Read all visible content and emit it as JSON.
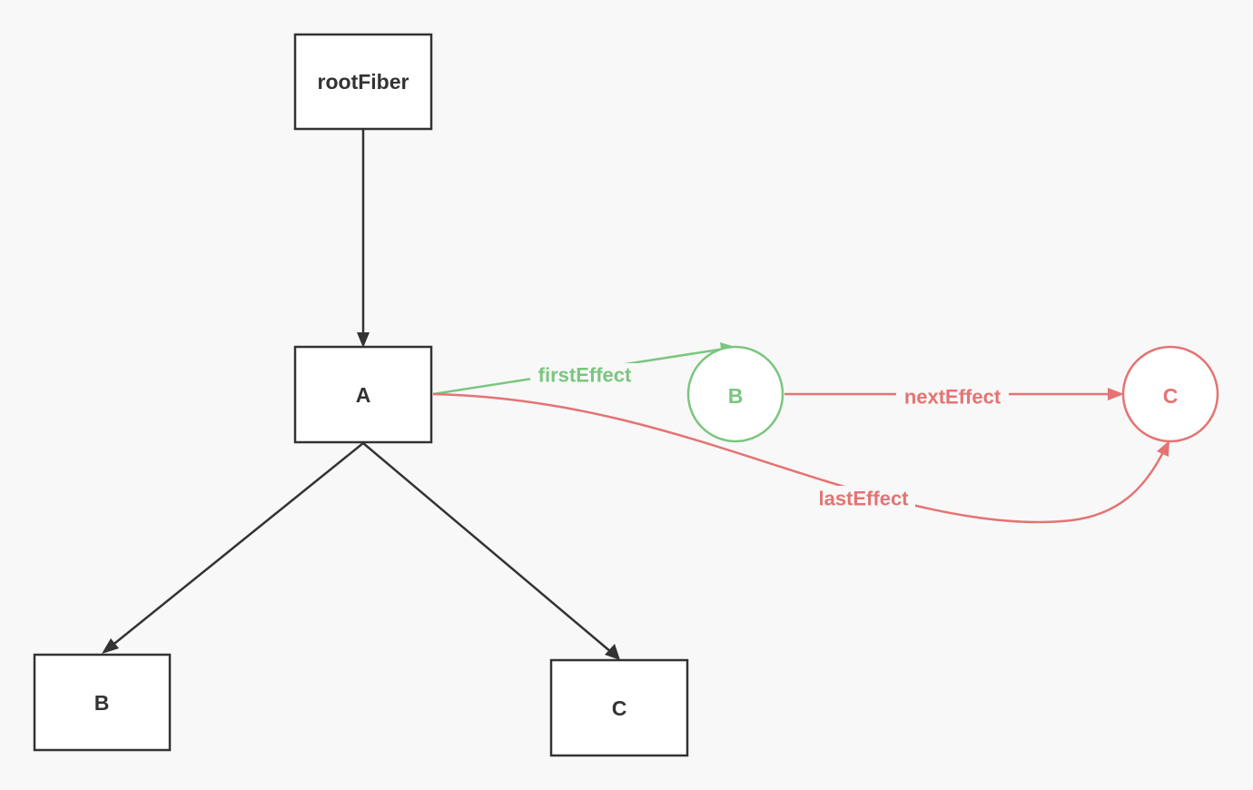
{
  "nodes": {
    "root": {
      "label": "rootFiber"
    },
    "a": {
      "label": "A"
    },
    "b": {
      "label": "B"
    },
    "c": {
      "label": "C"
    }
  },
  "effect_nodes": {
    "b": {
      "label": "B"
    },
    "c": {
      "label": "C"
    }
  },
  "edges": {
    "first_effect": {
      "label": "firstEffect"
    },
    "next_effect": {
      "label": "nextEffect"
    },
    "last_effect": {
      "label": "lastEffect"
    }
  },
  "colors": {
    "tree_stroke": "#333333",
    "first_effect": "#7bc67e",
    "effect_chain": "#e57373",
    "background": "#f8f8f8"
  }
}
